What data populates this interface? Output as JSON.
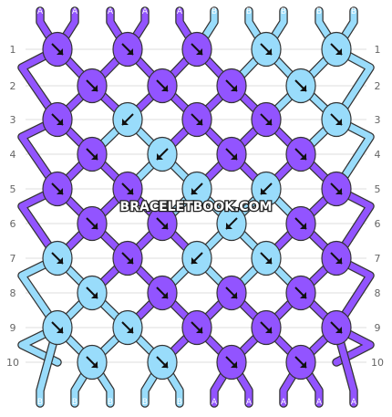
{
  "watermark": "BRACELETBOOK.COM",
  "colors": {
    "A": "#9254ff",
    "B": "#99dcfb",
    "outline": "#333333",
    "grid": "#dddddd",
    "arrow": "#111111"
  },
  "top_strands": [
    "A",
    "A",
    "A",
    "A",
    "A",
    "B",
    "B",
    "B",
    "B",
    "B"
  ],
  "bottom_strands": [
    "B",
    "B",
    "B",
    "B",
    "B",
    "A",
    "A",
    "A",
    "A",
    "A"
  ],
  "row_labels": [
    "1",
    "2",
    "3",
    "4",
    "5",
    "6",
    "7",
    "8",
    "9",
    "10"
  ],
  "knots": [
    [
      {
        "c": "A",
        "d": "se"
      },
      {
        "c": "A",
        "d": "se"
      },
      {
        "c": "A",
        "d": "se"
      },
      {
        "c": "B",
        "d": "se"
      },
      {
        "c": "B",
        "d": "se"
      }
    ],
    [
      {
        "c": "A",
        "d": "se"
      },
      {
        "c": "A",
        "d": "se"
      },
      {
        "c": "A",
        "d": "se"
      },
      {
        "c": "B",
        "d": "se"
      }
    ],
    [
      {
        "c": "A",
        "d": "se"
      },
      {
        "c": "B",
        "d": "sw"
      },
      {
        "c": "A",
        "d": "se"
      },
      {
        "c": "A",
        "d": "se"
      },
      {
        "c": "B",
        "d": "se"
      }
    ],
    [
      {
        "c": "A",
        "d": "se"
      },
      {
        "c": "B",
        "d": "sw"
      },
      {
        "c": "A",
        "d": "se"
      },
      {
        "c": "A",
        "d": "se"
      }
    ],
    [
      {
        "c": "A",
        "d": "se"
      },
      {
        "c": "A",
        "d": "se"
      },
      {
        "c": "B",
        "d": "sw"
      },
      {
        "c": "B",
        "d": "sw"
      },
      {
        "c": "A",
        "d": "se"
      }
    ],
    [
      {
        "c": "A",
        "d": "se"
      },
      {
        "c": "A",
        "d": "se"
      },
      {
        "c": "B",
        "d": "sw"
      },
      {
        "c": "A",
        "d": "se"
      }
    ],
    [
      {
        "c": "B",
        "d": "se"
      },
      {
        "c": "A",
        "d": "se"
      },
      {
        "c": "B",
        "d": "sw"
      },
      {
        "c": "B",
        "d": "se"
      },
      {
        "c": "A",
        "d": "se"
      }
    ],
    [
      {
        "c": "B",
        "d": "se"
      },
      {
        "c": "A",
        "d": "se"
      },
      {
        "c": "A",
        "d": "se"
      },
      {
        "c": "A",
        "d": "se"
      }
    ],
    [
      {
        "c": "B",
        "d": "se"
      },
      {
        "c": "B",
        "d": "se"
      },
      {
        "c": "A",
        "d": "se"
      },
      {
        "c": "A",
        "d": "se"
      },
      {
        "c": "A",
        "d": "se"
      }
    ],
    [
      {
        "c": "B",
        "d": "se"
      },
      {
        "c": "B",
        "d": "se"
      },
      {
        "c": "A",
        "d": "se"
      },
      {
        "c": "A",
        "d": "se"
      }
    ]
  ]
}
